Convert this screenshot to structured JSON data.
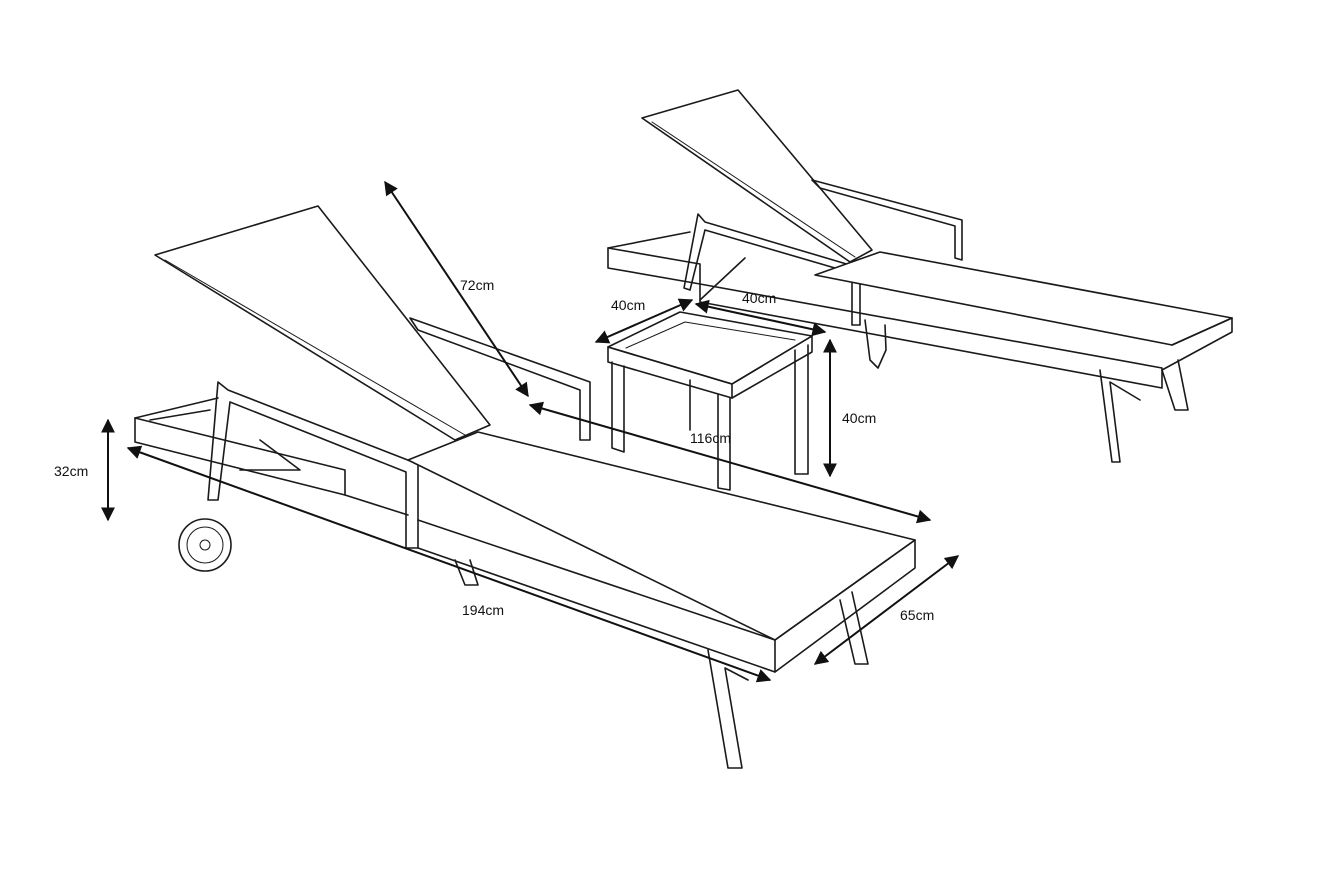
{
  "dimensions": {
    "backrest_length": "72cm",
    "table_depth": "40cm",
    "table_width": "40cm",
    "table_height": "40cm",
    "seat_length": "116cm",
    "frame_height": "32cm",
    "total_length": "194cm",
    "total_width": "65cm"
  },
  "colors": {
    "line": "#1a1a1a",
    "background": "#ffffff"
  }
}
